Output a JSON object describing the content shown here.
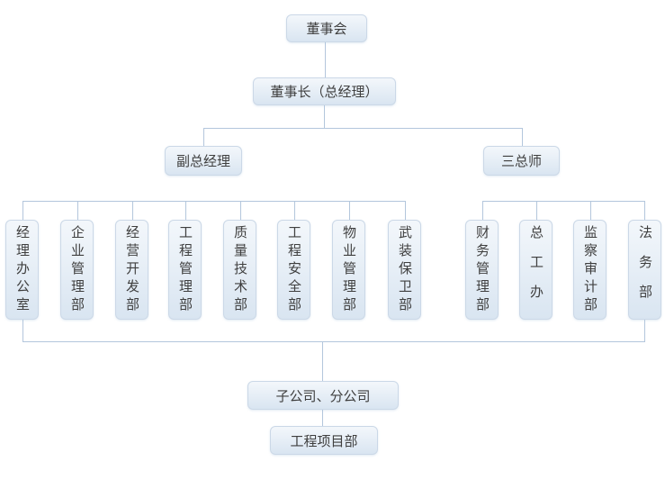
{
  "org": {
    "board": "董事会",
    "chairman": "董事长（总经理）",
    "deputy_gm": "副总经理",
    "three_chiefs": "三总师",
    "left_departments": [
      "经理办公室",
      "企业管理部",
      "经营开发部",
      "工程管理部",
      "质量技术部",
      "工程安全部",
      "物业管理部",
      "武装保卫部"
    ],
    "right_departments": [
      "财务管理部",
      "总工办",
      "监察审计部",
      "法务部"
    ],
    "subsidiaries": "子公司、分公司",
    "project_dept": "工程项目部"
  },
  "colors": {
    "background": "#ffffff",
    "box_fill_top": "#f3f7fb",
    "box_fill_bottom": "#d9e5f1",
    "box_border": "#cbd8e7",
    "line": "#b3c6dc",
    "text": "#3f3f3f"
  }
}
